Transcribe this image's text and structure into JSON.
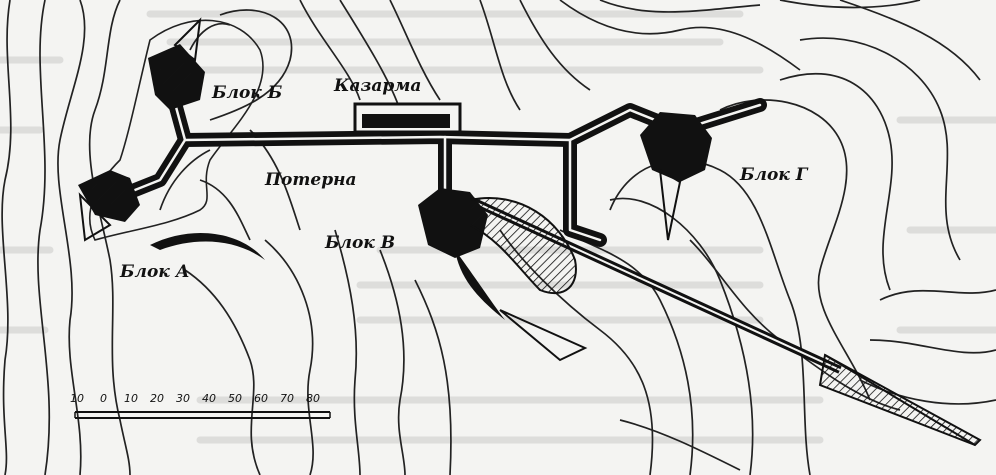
{
  "map": {
    "labels": {
      "block_a": "Блок А",
      "block_b": "Блок Б",
      "block_v": "Блок В",
      "block_g": "Блок Г",
      "barracks": "Казарма",
      "postern": "Потерна"
    },
    "scale_bar": {
      "ticks": [
        "10",
        "0",
        "10",
        "20",
        "30",
        "40",
        "50",
        "60",
        "70",
        "80"
      ]
    },
    "colors": {
      "ink": "#111111",
      "paper": "#f4f4f2",
      "contour": "#222222",
      "background_text": "#9a9a9a"
    }
  }
}
